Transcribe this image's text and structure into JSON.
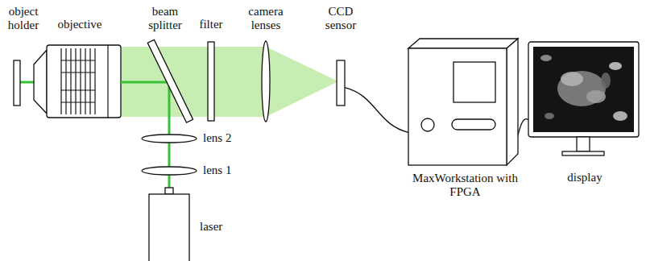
{
  "diagram": {
    "nodes": [
      {
        "text": [
          "CCD sensor"
        ]
      },
      {
        "text": [
          "MaxWorkstation with FPGA"
        ]
      },
      {
        "text": [
          "display"
        ]
      }
    ],
    "edges": [
      {
        "from": 0,
        "to": 1,
        "arrow": "none"
      },
      {
        "from": 1,
        "to": 2,
        "arrow": "none"
      }
    ],
    "labels": [
      "object holder",
      "objective",
      "beam splitter",
      "filter",
      "camera lenses",
      "lens 2",
      "lens 1",
      "laser"
    ]
  }
}
